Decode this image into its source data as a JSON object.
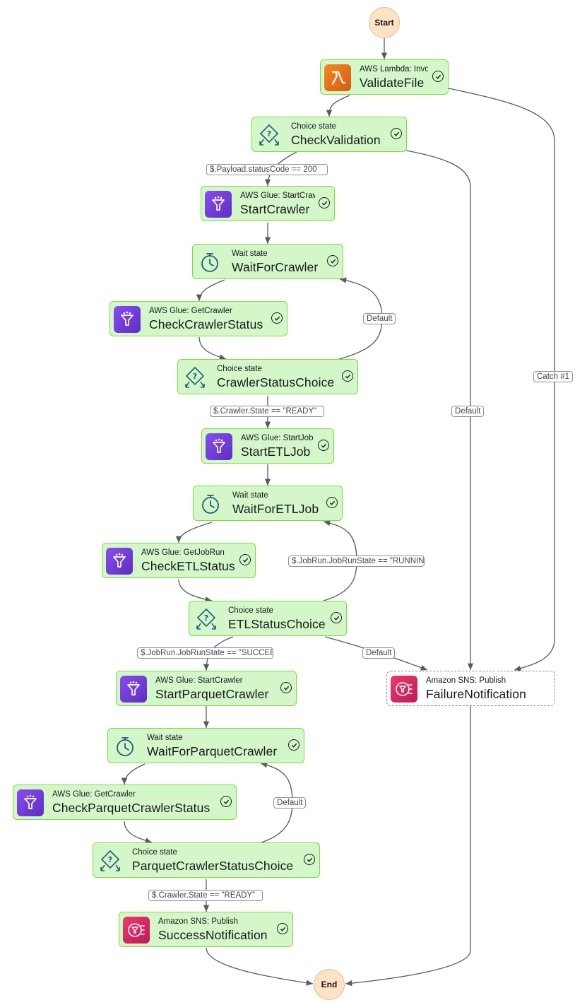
{
  "terminals": {
    "start": "Start",
    "end": "End"
  },
  "states": {
    "validate_file": {
      "type": "AWS Lambda: Invoke",
      "name": "ValidateFile",
      "icon": "lambda-icon"
    },
    "check_validation": {
      "type": "Choice state",
      "name": "CheckValidation",
      "icon": "choice-icon"
    },
    "start_crawler": {
      "type": "AWS Glue: StartCrawler",
      "name": "StartCrawler",
      "icon": "glue-icon"
    },
    "wait_for_crawler": {
      "type": "Wait state",
      "name": "WaitForCrawler",
      "icon": "timer-icon"
    },
    "check_crawler_status": {
      "type": "AWS Glue: GetCrawler",
      "name": "CheckCrawlerStatus",
      "icon": "glue-icon"
    },
    "crawler_status_choice": {
      "type": "Choice state",
      "name": "CrawlerStatusChoice",
      "icon": "choice-icon"
    },
    "start_etl_job": {
      "type": "AWS Glue: StartJobRun",
      "name": "StartETLJob",
      "icon": "glue-icon"
    },
    "wait_for_etl_job": {
      "type": "Wait state",
      "name": "WaitForETLJob",
      "icon": "timer-icon"
    },
    "check_etl_status": {
      "type": "AWS Glue: GetJobRun",
      "name": "CheckETLStatus",
      "icon": "glue-icon"
    },
    "etl_status_choice": {
      "type": "Choice state",
      "name": "ETLStatusChoice",
      "icon": "choice-icon"
    },
    "start_parquet_crawler": {
      "type": "AWS Glue: StartCrawler",
      "name": "StartParquetCrawler",
      "icon": "glue-icon"
    },
    "wait_for_parquet_crawler": {
      "type": "Wait state",
      "name": "WaitForParquetCrawler",
      "icon": "timer-icon"
    },
    "check_parquet_crawler_status": {
      "type": "AWS Glue: GetCrawler",
      "name": "CheckParquetCrawlerStatus",
      "icon": "glue-icon"
    },
    "parquet_crawler_status_choice": {
      "type": "Choice state",
      "name": "ParquetCrawlerStatusChoice",
      "icon": "choice-icon"
    },
    "success_notification": {
      "type": "Amazon SNS: Publish",
      "name": "SuccessNotification",
      "icon": "sns-icon"
    },
    "failure_notification": {
      "type": "Amazon SNS: Publish",
      "name": "FailureNotification",
      "icon": "sns-icon"
    }
  },
  "edge_labels": {
    "status_code_200": "$.Payload.statusCode == 200",
    "default_crawler": "Default",
    "crawler_ready": "$.Crawler.State == \"READY\"",
    "jobrun_running": "$.JobRun.JobRunState == \"RUNNING\"",
    "jobrun_succeeded": "$.JobRun.JobRunState == \"SUCCEEDED\"",
    "default_etl": "Default",
    "default_validation": "Default",
    "catch_1": "Catch #1",
    "default_parquet": "Default",
    "parquet_ready": "$.Crawler.State == \"READY\""
  },
  "colors": {
    "state_fill": "#d4f7c9",
    "state_border": "#7ddc3e",
    "terminal_fill": "#fde3c4",
    "lambda": "#f5881f",
    "glue": "#7b3fe4",
    "sns": "#e02a6b"
  }
}
